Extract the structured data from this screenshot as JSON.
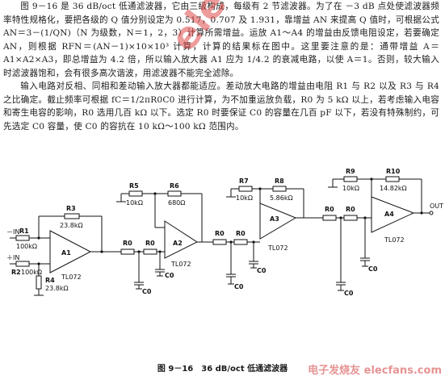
{
  "document": {
    "paragraph1": "图 9－16 是 36 dB/oct 低通滤波器，它由三级构成，每级有 2 节滤波器。为了在 －3 dB 点处使滤波器频率特性规格化，要把各级的 Q 值分别设定为 0.517，0.707 及 1.931，靠增益 AN 来提高 Q 值时，可根据公式 AN＝3－(1/QN)（N 为级数，N＝1，2，3）计算所需增益。运放 A1～A4 的增益由反馈电阻设定，若要确定 AN，则根据 RFN＝(AN－1)×10×10³ 计算，计算的结果标在图中。这里要注意的是：通带增益 A＝A1×A2×A3，即总增益为 4.2 倍，所以输入放大器 A1 应为 1/4.2 的衰减电路，以使 A＝1。否则，较大输入时滤波器饱和，会有很多高次谐波，用滤波器不能完全滤除。",
    "paragraph2": "输入电路对反相、同相和差动输入放大器都能适应。差动放大电路的增益由电阻 R1 与 R2 以及 R3 与 R4 之比确定。截止频率可根据 fC＝1/2πR0C0 进行计算，为不加重运放负载，R0 为 5 kΩ 以上，若考虑输入电容和寄生电容的影响，R0 选用几百 kΩ 以下。选定 R0 时要保证 C0 的容量在几百 pF 以下，若没有特殊制约，可先选定 C0 容量，使 C0 的容抗在 10 kΩ～100 kΩ 范围内。",
    "caption": "图 9－16　36 dB/oct 低通滤波器"
  },
  "circuit": {
    "inputs": {
      "minus_in": "－IN",
      "plus_in": "＋IN"
    },
    "output": "OUT",
    "opamps": [
      {
        "ref": "A1",
        "part": "TL072"
      },
      {
        "ref": "A2",
        "part": "TL072"
      },
      {
        "ref": "A3",
        "part": "TL072"
      },
      {
        "ref": "A4",
        "part": "TL072"
      }
    ],
    "resistors": {
      "r1": {
        "ref": "R1",
        "value": "100kΩ"
      },
      "r2": {
        "ref": "R2",
        "value": "100kΩ"
      },
      "r3": {
        "ref": "R3",
        "value": "23.8kΩ"
      },
      "r4": {
        "ref": "R4",
        "value": "23.8kΩ"
      },
      "r5": {
        "ref": "R5",
        "value": "10kΩ"
      },
      "r6": {
        "ref": "R6",
        "value": "680Ω"
      },
      "r7": {
        "ref": "R7",
        "value": "10kΩ"
      },
      "r8": {
        "ref": "R8",
        "value": "5.86kΩ"
      },
      "r9": {
        "ref": "R9",
        "value": "10kΩ"
      },
      "r10": {
        "ref": "R10",
        "value": "14.82kΩ"
      },
      "r0": {
        "ref": "R0"
      }
    },
    "capacitor": {
      "ref": "C0"
    }
  },
  "watermarks": {
    "diagonal": "elecfans.com",
    "corner": "电子发烧友 elecfans.com"
  }
}
